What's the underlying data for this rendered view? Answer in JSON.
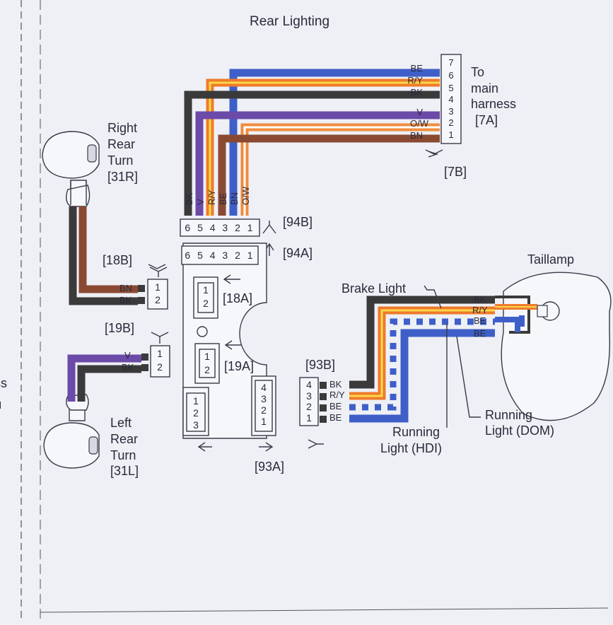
{
  "title": "Rear Lighting",
  "margin_text": "ss",
  "colors": {
    "BE": "#3f5fc8",
    "R/Y": "#f07a2a",
    "BK": "#3a3a3a",
    "V": "#6b4aa8",
    "O/W": "#f08c3c",
    "BN": "#8a4a32"
  },
  "main_harness": {
    "label_lines": [
      "To",
      "main",
      "harness",
      "[7A]"
    ],
    "pins": [
      "7",
      "6",
      "5",
      "4",
      "3",
      "2",
      "1"
    ],
    "wire_labels": [
      "BE",
      "R/Y",
      "BK",
      "V",
      "O/W",
      "BN"
    ],
    "mate_label": "[7B]"
  },
  "vertical_wire_labels": [
    "BK",
    "V",
    "R/Y",
    "BE",
    "BN",
    "O/W"
  ],
  "c94b": {
    "label": "[94B]",
    "pins": "6 5 4 3 2 1"
  },
  "c94a": {
    "label": "[94A]",
    "pins": "6 5 4 3 2 1"
  },
  "right_turn": {
    "label_lines": [
      "Right",
      "Rear",
      "Turn",
      "[31R]"
    ]
  },
  "left_turn": {
    "label_lines": [
      "Left",
      "Rear",
      "Turn",
      "[31L]"
    ]
  },
  "c18b": {
    "label": "[18B]",
    "wires": [
      "BN",
      "BK"
    ],
    "pins": [
      "1",
      "2"
    ]
  },
  "c19b": {
    "label": "[19B]",
    "wires": [
      "V",
      "BK"
    ],
    "pins": [
      "1",
      "2"
    ]
  },
  "module": {
    "c18a": {
      "label": "[18A]",
      "pins": [
        "1",
        "2"
      ]
    },
    "c19a": {
      "label": "[19A]",
      "pins": [
        "1",
        "2"
      ]
    },
    "c123_pins": [
      "1",
      "2",
      "3"
    ],
    "c4321_pins": [
      "4",
      "3",
      "2",
      "1"
    ]
  },
  "c93a_label": "[93A]",
  "c93b": {
    "label": "[93B]",
    "pins": [
      "4",
      "3",
      "2",
      "1"
    ],
    "wires": [
      "BK",
      "R/Y",
      "BE",
      "BE"
    ]
  },
  "taillamp": {
    "label": "Taillamp",
    "wires": [
      "BK",
      "R/Y",
      "BE",
      "BE"
    ]
  },
  "callouts": {
    "brake_light": "Brake Light",
    "running_hdi": [
      "Running",
      "Light (HDI)"
    ],
    "running_dom": [
      "Running",
      "Light (DOM)"
    ]
  }
}
